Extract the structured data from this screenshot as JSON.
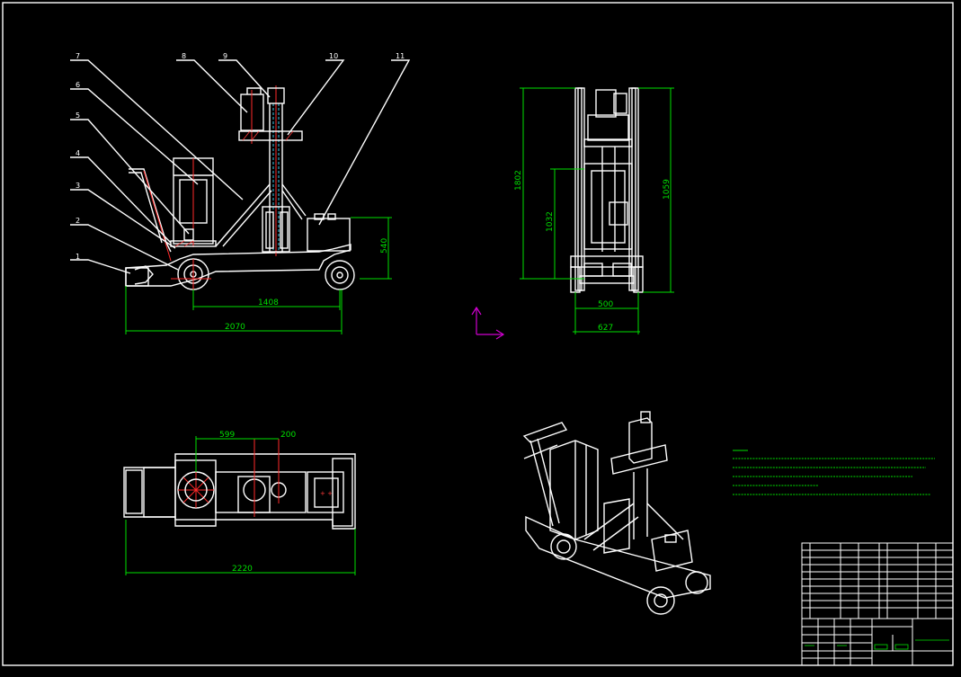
{
  "side_view": {
    "balloons": [
      "1",
      "2",
      "3",
      "4",
      "5",
      "6",
      "7",
      "8",
      "9",
      "10",
      "11"
    ],
    "dims": {
      "wheelbase": "1408",
      "overall_length": "2070",
      "height": "540"
    }
  },
  "front_view": {
    "dims": {
      "total_height": "1802",
      "frame_height": "1032",
      "height_right": "1059",
      "track": "500",
      "width": "627"
    }
  },
  "top_view": {
    "dims": {
      "d1": "599",
      "d2": "200",
      "overall_length": "2220"
    }
  },
  "colors": {
    "lines": "#ffffff",
    "dimensions": "#00e000",
    "centerlines": "#ff2a2a",
    "hidden": "#3fc6e6",
    "axes": "#d000d0"
  }
}
